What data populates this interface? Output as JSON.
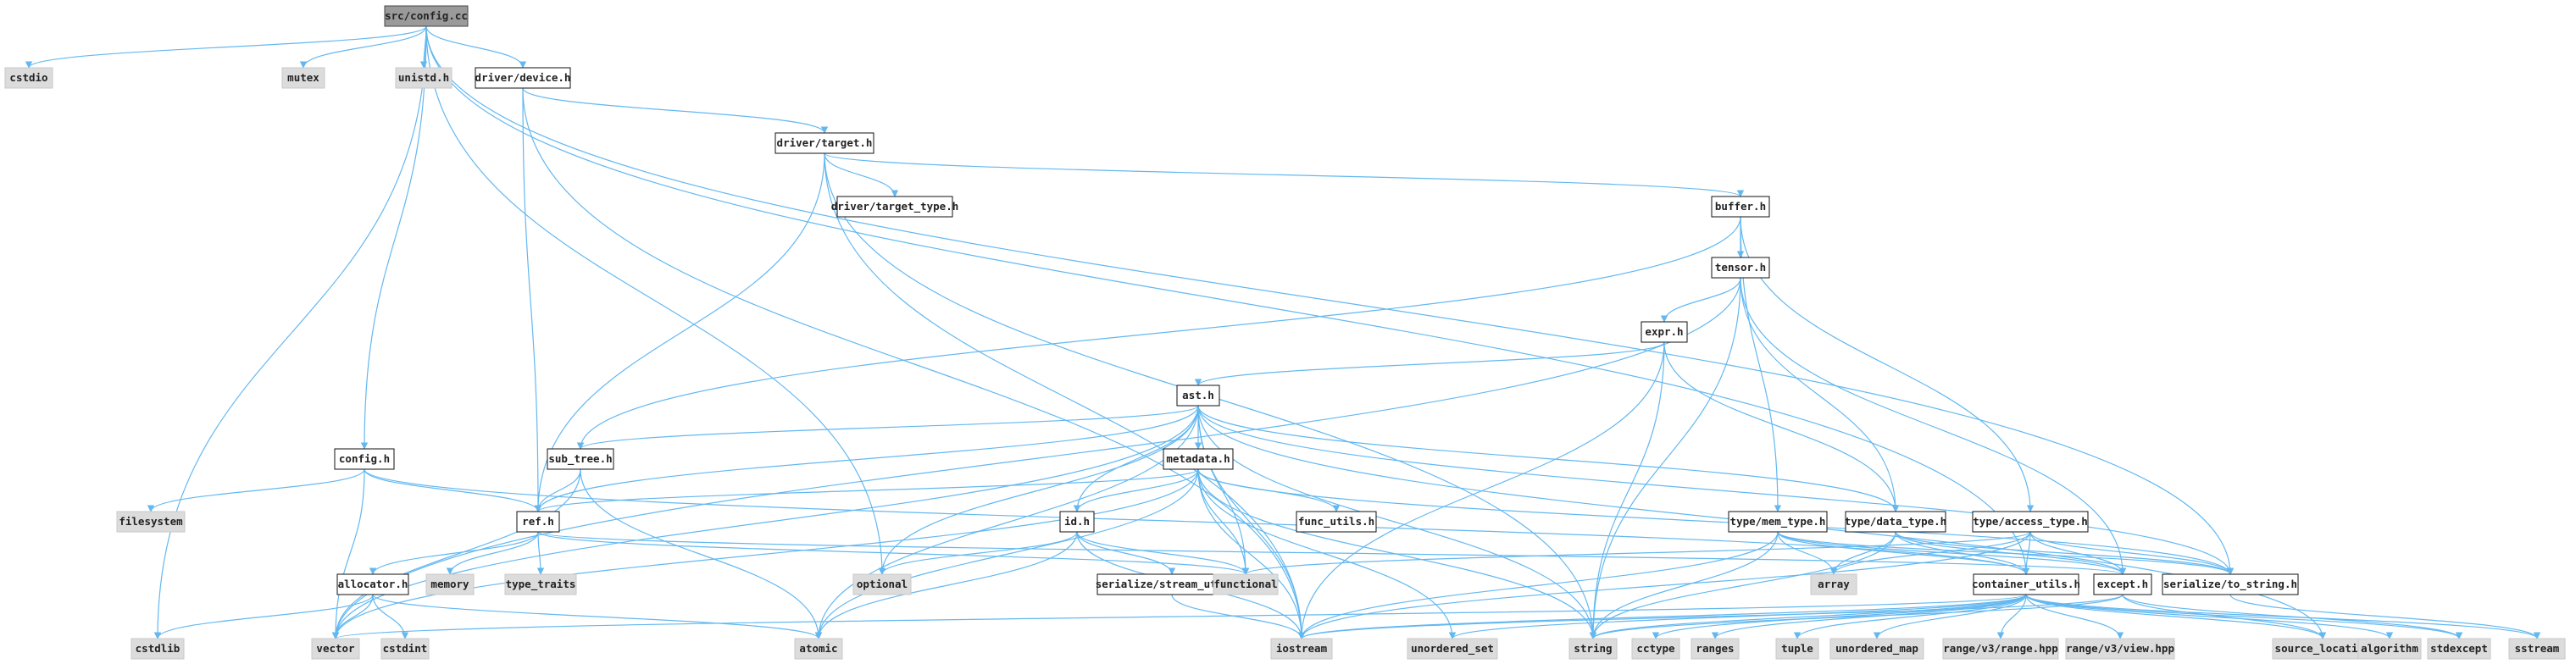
{
  "diagram": {
    "root": "src/config.cc",
    "colors": {
      "edge": "#63b8f0",
      "external_fill": "#dcdcdc",
      "internal_fill": "#ffffff",
      "root_fill": "#9a9a9a"
    },
    "nodes": [
      {
        "id": "config_cc",
        "label": "src/config.cc",
        "kind": "root"
      },
      {
        "id": "cstdio",
        "label": "cstdio",
        "kind": "external"
      },
      {
        "id": "mutex",
        "label": "mutex",
        "kind": "external"
      },
      {
        "id": "unistd",
        "label": "unistd.h",
        "kind": "external"
      },
      {
        "id": "device",
        "label": "driver/device.h",
        "kind": "internal"
      },
      {
        "id": "target",
        "label": "driver/target.h",
        "kind": "internal"
      },
      {
        "id": "target_type",
        "label": "driver/target_type.h",
        "kind": "internal"
      },
      {
        "id": "buffer",
        "label": "buffer.h",
        "kind": "internal"
      },
      {
        "id": "tensor",
        "label": "tensor.h",
        "kind": "internal"
      },
      {
        "id": "expr",
        "label": "expr.h",
        "kind": "internal"
      },
      {
        "id": "ast",
        "label": "ast.h",
        "kind": "internal"
      },
      {
        "id": "config_h",
        "label": "config.h",
        "kind": "internal"
      },
      {
        "id": "sub_tree",
        "label": "sub_tree.h",
        "kind": "internal"
      },
      {
        "id": "metadata",
        "label": "metadata.h",
        "kind": "internal"
      },
      {
        "id": "filesystem",
        "label": "filesystem",
        "kind": "external"
      },
      {
        "id": "ref",
        "label": "ref.h",
        "kind": "internal"
      },
      {
        "id": "id",
        "label": "id.h",
        "kind": "internal"
      },
      {
        "id": "func_utils",
        "label": "func_utils.h",
        "kind": "internal"
      },
      {
        "id": "mem_type",
        "label": "type/mem_type.h",
        "kind": "internal"
      },
      {
        "id": "data_type",
        "label": "type/data_type.h",
        "kind": "internal"
      },
      {
        "id": "access_type",
        "label": "type/access_type.h",
        "kind": "internal"
      },
      {
        "id": "memory",
        "label": "memory",
        "kind": "external"
      },
      {
        "id": "type_traits",
        "label": "type_traits",
        "kind": "external"
      },
      {
        "id": "optional",
        "label": "optional",
        "kind": "external"
      },
      {
        "id": "allocator",
        "label": "allocator.h",
        "kind": "internal"
      },
      {
        "id": "stream_utils",
        "label": "serialize/stream_utils.h",
        "kind": "internal"
      },
      {
        "id": "functional",
        "label": "functional",
        "kind": "external"
      },
      {
        "id": "array",
        "label": "array",
        "kind": "external"
      },
      {
        "id": "container_utils",
        "label": "container_utils.h",
        "kind": "internal"
      },
      {
        "id": "except",
        "label": "except.h",
        "kind": "internal"
      },
      {
        "id": "to_string",
        "label": "serialize/to_string.h",
        "kind": "internal"
      },
      {
        "id": "cstdlib",
        "label": "cstdlib",
        "kind": "external"
      },
      {
        "id": "vector",
        "label": "vector",
        "kind": "external"
      },
      {
        "id": "cstdint",
        "label": "cstdint",
        "kind": "external"
      },
      {
        "id": "atomic",
        "label": "atomic",
        "kind": "external"
      },
      {
        "id": "iostream",
        "label": "iostream",
        "kind": "external"
      },
      {
        "id": "unordered_set",
        "label": "unordered_set",
        "kind": "external"
      },
      {
        "id": "string",
        "label": "string",
        "kind": "external"
      },
      {
        "id": "cctype",
        "label": "cctype",
        "kind": "external"
      },
      {
        "id": "ranges",
        "label": "ranges",
        "kind": "external"
      },
      {
        "id": "tuple",
        "label": "tuple",
        "kind": "external"
      },
      {
        "id": "unordered_map",
        "label": "unordered_map",
        "kind": "external"
      },
      {
        "id": "range_hpp",
        "label": "range/v3/range.hpp",
        "kind": "external"
      },
      {
        "id": "view_hpp",
        "label": "range/v3/view.hpp",
        "kind": "external"
      },
      {
        "id": "source_location",
        "label": "source_location",
        "kind": "external"
      },
      {
        "id": "algorithm",
        "label": "algorithm",
        "kind": "external"
      },
      {
        "id": "stdexcept",
        "label": "stdexcept",
        "kind": "external"
      },
      {
        "id": "sstream",
        "label": "sstream",
        "kind": "external"
      }
    ],
    "edges": [
      [
        "config_cc",
        "cstdio"
      ],
      [
        "config_cc",
        "mutex"
      ],
      [
        "config_cc",
        "unistd"
      ],
      [
        "config_cc",
        "device"
      ],
      [
        "config_cc",
        "config_h"
      ],
      [
        "config_cc",
        "cstdlib"
      ],
      [
        "config_cc",
        "optional"
      ],
      [
        "config_cc",
        "to_string"
      ],
      [
        "config_cc",
        "container_utils"
      ],
      [
        "device",
        "target"
      ],
      [
        "device",
        "ref"
      ],
      [
        "device",
        "iostream"
      ],
      [
        "target",
        "target_type"
      ],
      [
        "target",
        "buffer"
      ],
      [
        "target",
        "ref"
      ],
      [
        "target",
        "iostream"
      ],
      [
        "target",
        "string"
      ],
      [
        "buffer",
        "tensor"
      ],
      [
        "buffer",
        "sub_tree"
      ],
      [
        "buffer",
        "mem_type"
      ],
      [
        "buffer",
        "access_type"
      ],
      [
        "tensor",
        "expr"
      ],
      [
        "tensor",
        "data_type"
      ],
      [
        "tensor",
        "vector"
      ],
      [
        "tensor",
        "string"
      ],
      [
        "tensor",
        "except"
      ],
      [
        "expr",
        "ast"
      ],
      [
        "expr",
        "data_type"
      ],
      [
        "expr",
        "string"
      ],
      [
        "expr",
        "iostream"
      ],
      [
        "ast",
        "sub_tree"
      ],
      [
        "ast",
        "metadata"
      ],
      [
        "ast",
        "ref"
      ],
      [
        "ast",
        "id"
      ],
      [
        "ast",
        "functional"
      ],
      [
        "ast",
        "optional"
      ],
      [
        "ast",
        "atomic"
      ],
      [
        "ast",
        "iostream"
      ],
      [
        "ast",
        "string"
      ],
      [
        "ast",
        "to_string"
      ],
      [
        "ast",
        "vector"
      ],
      [
        "ast",
        "source_location"
      ],
      [
        "ast",
        "data_type"
      ],
      [
        "config_h",
        "filesystem"
      ],
      [
        "config_h",
        "ref"
      ],
      [
        "config_h",
        "vector"
      ],
      [
        "config_h",
        "container_utils"
      ],
      [
        "sub_tree",
        "ref"
      ],
      [
        "sub_tree",
        "vector"
      ],
      [
        "sub_tree",
        "atomic"
      ],
      [
        "metadata",
        "ref"
      ],
      [
        "metadata",
        "id"
      ],
      [
        "metadata",
        "func_utils"
      ],
      [
        "metadata",
        "functional"
      ],
      [
        "metadata",
        "iostream"
      ],
      [
        "metadata",
        "string"
      ],
      [
        "metadata",
        "unordered_set"
      ],
      [
        "metadata",
        "vector"
      ],
      [
        "metadata",
        "atomic"
      ],
      [
        "metadata",
        "to_string"
      ],
      [
        "ref",
        "allocator"
      ],
      [
        "ref",
        "memory"
      ],
      [
        "ref",
        "type_traits"
      ],
      [
        "ref",
        "functional"
      ],
      [
        "ref",
        "except"
      ],
      [
        "allocator",
        "cstdlib"
      ],
      [
        "allocator",
        "vector"
      ],
      [
        "allocator",
        "cstdint"
      ],
      [
        "allocator",
        "atomic"
      ],
      [
        "id",
        "optional"
      ],
      [
        "id",
        "stream_utils"
      ],
      [
        "id",
        "functional"
      ],
      [
        "id",
        "atomic"
      ],
      [
        "id",
        "iostream"
      ],
      [
        "stream_utils",
        "iostream"
      ],
      [
        "mem_type",
        "array"
      ],
      [
        "mem_type",
        "container_utils"
      ],
      [
        "mem_type",
        "except"
      ],
      [
        "mem_type",
        "string"
      ],
      [
        "mem_type",
        "to_string"
      ],
      [
        "mem_type",
        "iostream"
      ],
      [
        "data_type",
        "array"
      ],
      [
        "data_type",
        "container_utils"
      ],
      [
        "data_type",
        "except"
      ],
      [
        "data_type",
        "to_string"
      ],
      [
        "data_type",
        "string"
      ],
      [
        "access_type",
        "array"
      ],
      [
        "access_type",
        "container_utils"
      ],
      [
        "access_type",
        "except"
      ],
      [
        "access_type",
        "to_string"
      ],
      [
        "access_type",
        "functional"
      ],
      [
        "access_type",
        "iostream"
      ],
      [
        "container_utils",
        "vector"
      ],
      [
        "container_utils",
        "iostream"
      ],
      [
        "container_utils",
        "unordered_set"
      ],
      [
        "container_utils",
        "string"
      ],
      [
        "container_utils",
        "cctype"
      ],
      [
        "container_utils",
        "ranges"
      ],
      [
        "container_utils",
        "tuple"
      ],
      [
        "container_utils",
        "unordered_map"
      ],
      [
        "container_utils",
        "range_hpp"
      ],
      [
        "container_utils",
        "view_hpp"
      ],
      [
        "container_utils",
        "source_location"
      ],
      [
        "container_utils",
        "algorithm"
      ],
      [
        "container_utils",
        "stdexcept"
      ],
      [
        "container_utils",
        "sstream"
      ],
      [
        "except",
        "string"
      ],
      [
        "except",
        "stdexcept"
      ],
      [
        "except",
        "iostream"
      ],
      [
        "except",
        "source_location"
      ],
      [
        "to_string",
        "sstream"
      ]
    ]
  }
}
